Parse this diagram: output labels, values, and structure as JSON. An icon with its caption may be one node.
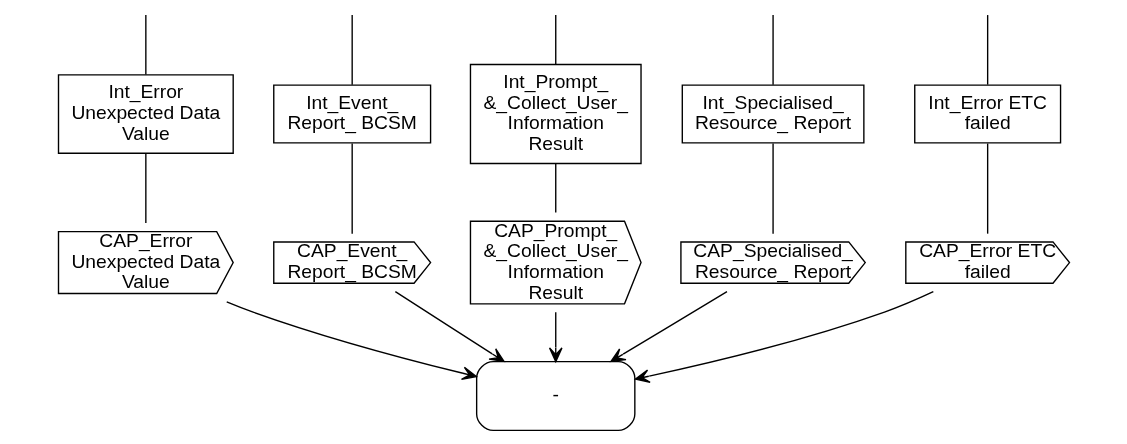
{
  "diagram": {
    "nodes": [
      {
        "text": [
          "Int_Error ETC failed"
        ]
      },
      {
        "text": [
          "Int_Error Unexpected Data Value"
        ]
      },
      {
        "text": [
          "Int_Event_ Report_ BCSM"
        ]
      },
      {
        "text": [
          "Int_Prompt_ &_Collect_User_ Information Result"
        ]
      },
      {
        "text": [
          "Int_Specialised_ Resource_ Report"
        ]
      },
      {
        "text": [
          "CAP_Error ETC failed"
        ]
      },
      {
        "text": [
          "CAP_Error Unexpected Data Value"
        ]
      },
      {
        "text": [
          "CAP_Event_ Report_ BCSM"
        ]
      },
      {
        "text": [
          "CAP_Prompt_ &_Collect_User_ Information Result"
        ]
      },
      {
        "text": [
          "CAP_Specialised_ Resource_ Report"
        ]
      },
      {
        "text": [
          "-"
        ]
      }
    ],
    "edges": [
      {
        "from": null,
        "to": 0,
        "arrow": "none"
      },
      {
        "from": null,
        "to": 1,
        "arrow": "none"
      },
      {
        "from": null,
        "to": 2,
        "arrow": "none"
      },
      {
        "from": null,
        "to": 3,
        "arrow": "none"
      },
      {
        "from": null,
        "to": 4,
        "arrow": "none"
      },
      {
        "from": 0,
        "to": 5,
        "arrow": "none"
      },
      {
        "from": 1,
        "to": 6,
        "arrow": "none"
      },
      {
        "from": 2,
        "to": 7,
        "arrow": "none"
      },
      {
        "from": 3,
        "to": 8,
        "arrow": "none"
      },
      {
        "from": 4,
        "to": 9,
        "arrow": "none"
      },
      {
        "from": 5,
        "to": 10,
        "arrow": "to"
      },
      {
        "from": 6,
        "to": 10,
        "arrow": "to"
      },
      {
        "from": 7,
        "to": 10,
        "arrow": "to"
      },
      {
        "from": 8,
        "to": 10,
        "arrow": "to"
      },
      {
        "from": 9,
        "to": 10,
        "arrow": "to"
      }
    ]
  }
}
